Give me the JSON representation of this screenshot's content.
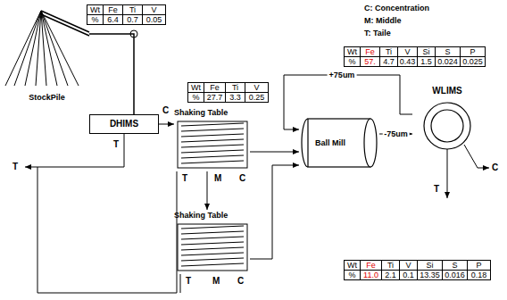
{
  "diagram": {
    "nodes": [
      {
        "text": [
          "StockPile"
        ]
      },
      {
        "text": [
          "DHIMS"
        ]
      },
      {
        "text": [
          "Shaking Table"
        ]
      },
      {
        "text": [
          "Shaking Table"
        ]
      },
      {
        "text": [
          "Ball Mill"
        ]
      },
      {
        "text": [
          "WLIMS"
        ]
      }
    ],
    "edges": [
      {
        "from": 0,
        "to": 1,
        "arrow": "none"
      },
      {
        "from": 1,
        "to": 2,
        "arrow": "to"
      },
      {
        "from": 2,
        "to": 4,
        "arrow": "to"
      },
      {
        "from": 2,
        "to": 3,
        "arrow": "to"
      },
      {
        "from": 3,
        "to": 4,
        "arrow": "to"
      },
      {
        "from": 4,
        "to": 5,
        "arrow": "to",
        "label": "-75um"
      },
      {
        "from": 5,
        "to": 4,
        "arrow": "to",
        "label": "+75um"
      }
    ],
    "labels": [
      "C: Concentration",
      "M: Middle",
      "T: Taile",
      "Wt",
      "Fe",
      "Ti",
      "V",
      "%",
      "6.4",
      "0.7",
      "0.05",
      "Wt",
      "Fe",
      "Ti",
      "V",
      "%",
      "27.7",
      "3.3",
      "0.25",
      "Wt",
      "Fe",
      "Ti",
      "V",
      "Si",
      "S",
      "P",
      "%",
      "57.",
      "4.7",
      "0.43",
      "1.5",
      "0.024",
      "0.025",
      "Wt",
      "Fe",
      "Ti",
      "V",
      "Si",
      "S",
      "P",
      "%",
      "11.0",
      "2.1",
      "0.1",
      "13.35",
      "0.016",
      "0.18",
      "C",
      "T",
      "T",
      "T",
      "M",
      "C",
      "T",
      "M",
      "C",
      "C",
      "T"
    ]
  }
}
